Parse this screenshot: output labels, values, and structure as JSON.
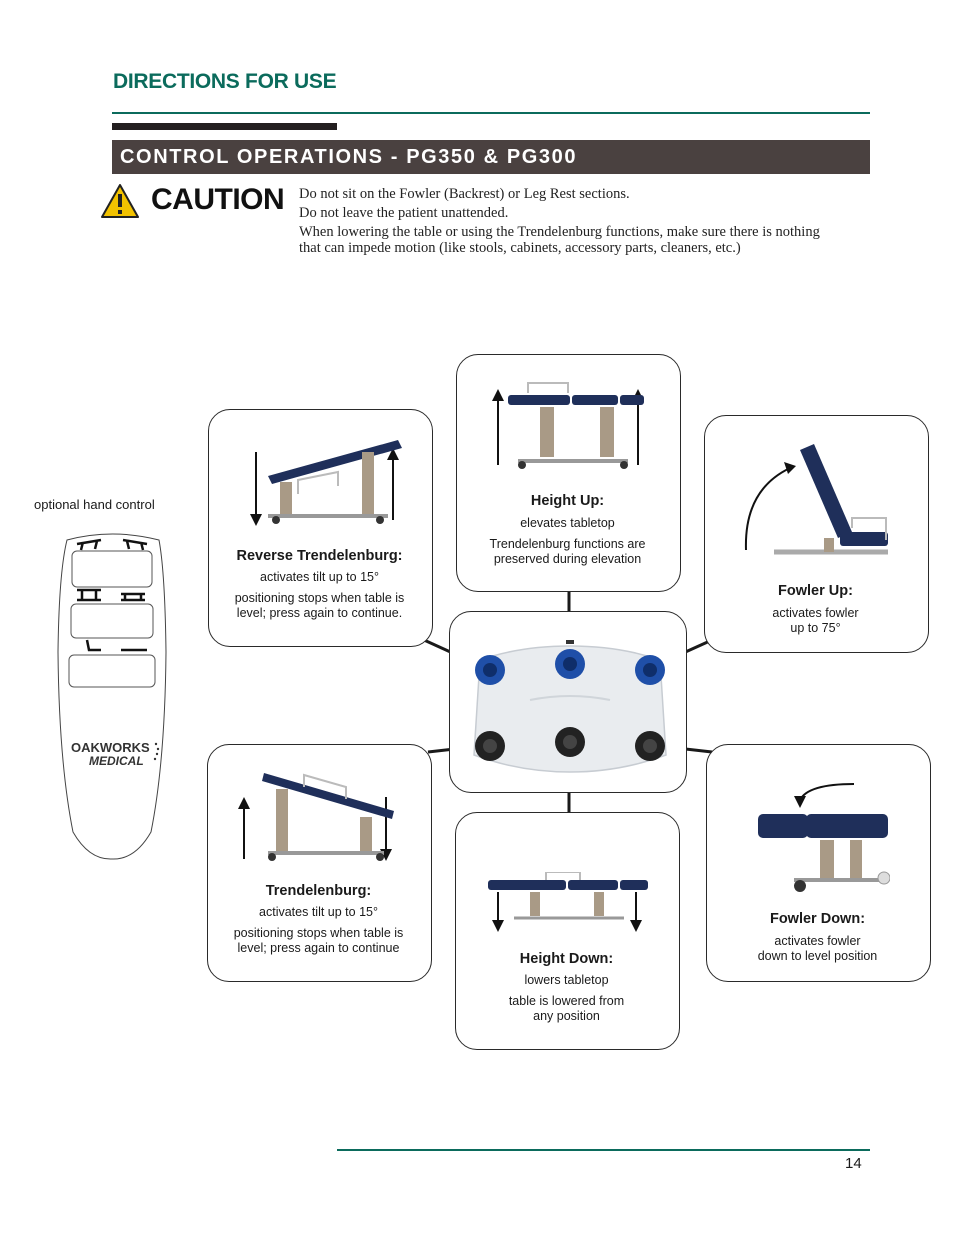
{
  "header": {
    "section_title": "DIRECTIONS FOR USE"
  },
  "banner": {
    "title": "CONTROL OPERATIONS - PG350 & PG300"
  },
  "caution": {
    "label": "CAUTION",
    "line1": "Do not sit on the Fowler (Backrest) or Leg Rest sections.",
    "line2": "Do not leave the patient unattended.",
    "line3a": "When lowering the table or using the Trendelenburg functions, make sure there is nothing",
    "line3b": "that can impede motion (like stools, cabinets, accessory parts, cleaners, etc.)"
  },
  "hand_control": {
    "label": "optional hand control",
    "brand_line1": "OAKWORKS",
    "brand_line2": "MEDICAL"
  },
  "functions": {
    "height_up": {
      "title": "Height Up:",
      "desc1": "elevates tabletop",
      "desc2a": "Trendelenburg functions are",
      "desc2b": "preserved during elevation"
    },
    "reverse_trend": {
      "title": "Reverse Trendelenburg:",
      "desc1": "activates tilt up to 15°",
      "desc2a": "positioning stops when table is",
      "desc2b": "level; press again to continue."
    },
    "fowler_up": {
      "title": "Fowler Up:",
      "desc1a": "activates fowler",
      "desc1b": "up to 75°"
    },
    "trend": {
      "title": "Trendelenburg:",
      "desc1": "activates tilt up to 15°",
      "desc2a": "positioning stops when table is",
      "desc2b": "level; press again to continue"
    },
    "height_down": {
      "title": "Height Down:",
      "desc1": "lowers tabletop",
      "desc2a": "table is lowered from",
      "desc2b": "any position"
    },
    "fowler_down": {
      "title": "Fowler Down:",
      "desc1a": "activates fowler",
      "desc1b": "down to level position"
    }
  },
  "footer": {
    "page_number": "14"
  },
  "colors": {
    "teal": "#0b6b5c",
    "banner": "#4a4140",
    "upholstery": "#1f2f5a",
    "button_blue": "#1f4fa8",
    "button_black": "#222222"
  }
}
